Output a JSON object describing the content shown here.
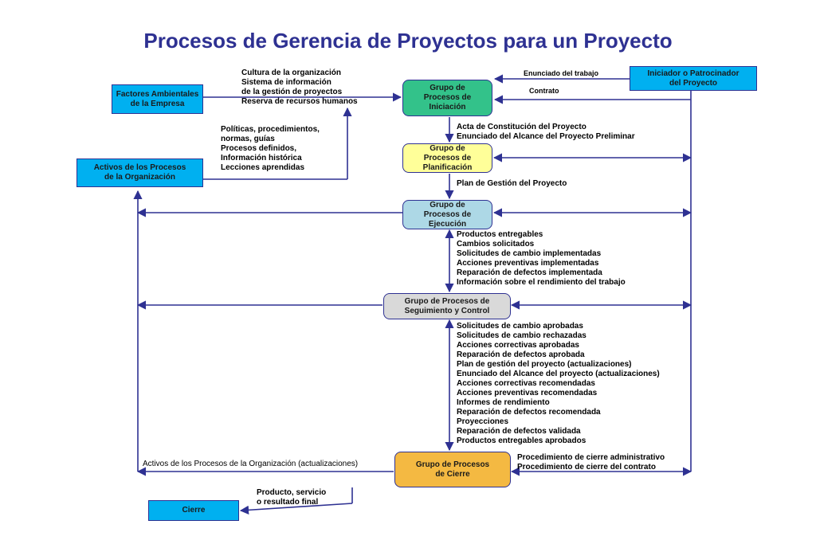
{
  "title": "Procesos de Gerencia de Proyectos para un Proyecto",
  "colors": {
    "line": "#2e3192",
    "external_box": "#00b0f0",
    "iniciacion": "#33c28a",
    "planificacion": "#ffff99",
    "ejecucion": "#add8e6",
    "seguimiento": "#d9d9d9",
    "cierre": "#f4b942"
  },
  "boxes": {
    "factores": "Factores Ambientales\nde la Empresa",
    "activos": "Activos de los Procesos\nde la Organización",
    "iniciador": "Iniciador o Patrocinador\ndel Proyecto",
    "iniciacion": "Grupo de\nProcesos de\nIniciación",
    "planificacion": "Grupo de\nProcesos de\nPlanificación",
    "ejecucion": "Grupo de\nProcesos de\nEjecución",
    "seguimiento": "Grupo de Procesos de\nSeguimiento y Control",
    "cierre_grupo": "Grupo de Procesos\nde Cierre",
    "cierre": "Cierre"
  },
  "labels": {
    "factores_inputs": [
      "Cultura de la organización",
      "Sistema de información",
      "de la gestión de proyectos",
      "Reserva de recursos humanos"
    ],
    "activos_inputs": [
      "Políticas, procedimientos,",
      "normas, guías",
      "Procesos definidos,",
      "Información histórica",
      "Lecciones aprendidas"
    ],
    "enunciado_trabajo": "Enunciado del trabajo",
    "contrato": "Contrato",
    "iniciacion_outputs": [
      "Acta de Constitución del Proyecto",
      "Enunciado del Alcance del Proyecto Preliminar"
    ],
    "planificacion_outputs": [
      "Plan de Gestión del Proyecto"
    ],
    "ejecucion_outputs": [
      "Productos entregables",
      "Cambios solicitados",
      "Solicitudes de cambio implementadas",
      "Acciones preventivas implementadas",
      "Reparación de defectos implementada",
      "Información sobre el rendimiento del trabajo"
    ],
    "seguimiento_outputs": [
      "Solicitudes de cambio aprobadas",
      "Solicitudes de cambio rechazadas",
      "Acciones correctivas aprobadas",
      "Reparación de defectos aprobada",
      "Plan de gestión del proyecto (actualizaciones)",
      "Enunciado del Alcance del proyecto (actualizaciones)",
      "Acciones correctivas recomendadas",
      "Acciones preventivas recomendadas",
      "Informes de rendimiento",
      "Reparación de defectos recomendada",
      "Proyecciones",
      "Reparación de defectos validada",
      "Productos entregables aprobados"
    ],
    "cierre_procedures": [
      "Procedimiento de cierre administrativo",
      "Procedimiento de cierre del contrato"
    ],
    "activos_actualizaciones": "Activos de los Procesos de la Organización (actualizaciones)",
    "producto_final": [
      "Producto, servicio",
      "o resultado final"
    ]
  }
}
